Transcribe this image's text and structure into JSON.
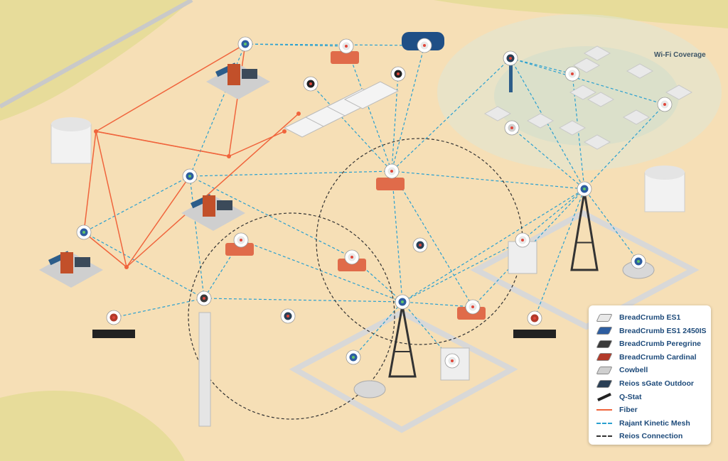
{
  "wifi_label": "Wi-Fi Coverage",
  "colors": {
    "ground": "#f6dfb6",
    "grass": "#e7dc9a",
    "fiber": "#f0643c",
    "mesh": "#2aa0d0",
    "reios": "#333333",
    "legend_text": "#1d4a7a"
  },
  "legend": {
    "items": [
      {
        "label": "BreadCrumb ES1",
        "icon": "breadcrumb-es1-icon",
        "color": "#e8e8e8"
      },
      {
        "label": "BreadCrumb ES1 2450IS",
        "icon": "breadcrumb-es1-2450is-icon",
        "color": "#2d5da0"
      },
      {
        "label": "BreadCrumb Peregrine",
        "icon": "breadcrumb-peregrine-icon",
        "color": "#3a3a3a"
      },
      {
        "label": "BreadCrumb Cardinal",
        "icon": "breadcrumb-cardinal-icon",
        "color": "#b23a2a"
      },
      {
        "label": "Cowbell",
        "icon": "cowbell-icon",
        "color": "#cfcfcf"
      },
      {
        "label": "Reios sGate Outdoor",
        "icon": "sgate-icon",
        "color": "#2a3f55"
      },
      {
        "label": "Q-Stat",
        "icon": "qstat-icon",
        "color": "#222222"
      },
      {
        "label": "Fiber",
        "icon": "fiber-line",
        "color": "#f0643c"
      },
      {
        "label": "Rajant Kinetic Mesh",
        "icon": "mesh-dashed-line",
        "color": "#2aa0d0"
      },
      {
        "label": "Reios Connection",
        "icon": "reios-dashed-line",
        "color": "#333333"
      }
    ]
  }
}
